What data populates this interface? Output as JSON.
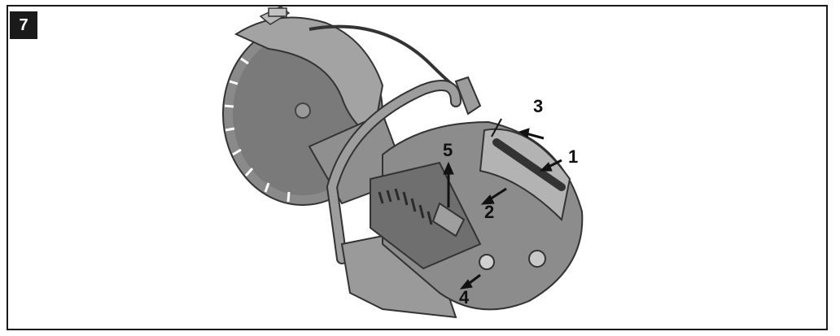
{
  "figure": {
    "number": "7",
    "callouts": [
      {
        "id": "1",
        "label": "1"
      },
      {
        "id": "2",
        "label": "2"
      },
      {
        "id": "3",
        "label": "3"
      },
      {
        "id": "4",
        "label": "4"
      },
      {
        "id": "5",
        "label": "5"
      }
    ]
  },
  "colors": {
    "frame": "#1a1a1a",
    "body_dark": "#6f6f6f",
    "body_mid": "#8c8c8c",
    "body_light": "#b3b3b3",
    "blade": "#7a7a7a"
  }
}
